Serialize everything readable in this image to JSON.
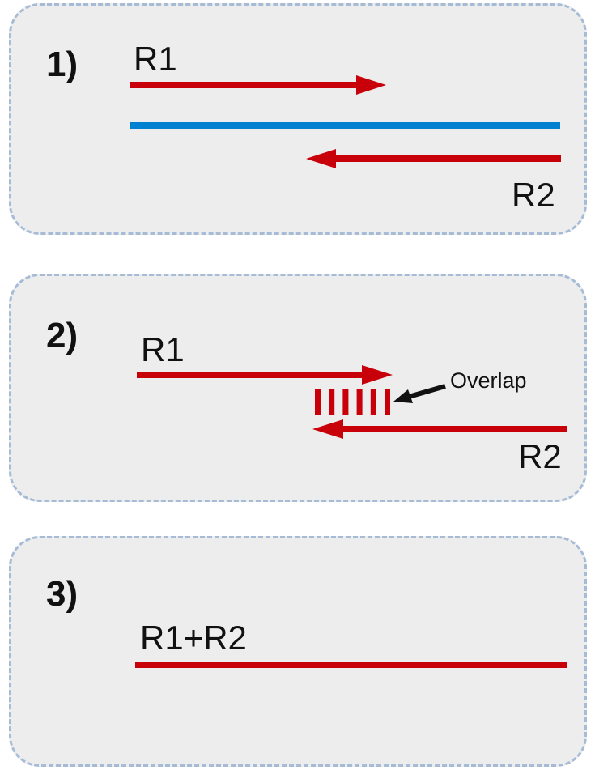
{
  "colors": {
    "read": "#c8000a",
    "reference": "#0080d0",
    "panel_bg": "#ededed",
    "panel_border": "#a6bbd6",
    "annotation": "#111111"
  },
  "panels": [
    {
      "step": "1)",
      "read1_label": "R1",
      "read2_label": "R2",
      "description": "Forward read R1 and reverse read R2 aligned to reference (blue)"
    },
    {
      "step": "2)",
      "read1_label": "R1",
      "read2_label": "R2",
      "overlap_label": "Overlap",
      "overlap_ticks": 6
    },
    {
      "step": "3)",
      "merged_label": "R1+R2"
    }
  ]
}
